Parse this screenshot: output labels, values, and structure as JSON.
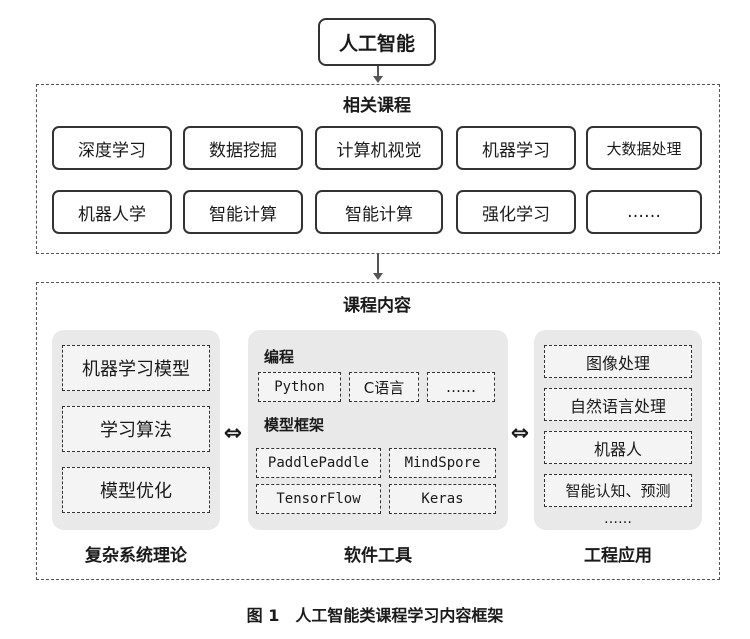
{
  "top_node": "人工智能",
  "related_courses": {
    "title": "相关课程",
    "row1": [
      "深度学习",
      "数据挖掘",
      "计算机视觉",
      "机器学习",
      "大数据处理"
    ],
    "row2": [
      "机器人学",
      "智能计算",
      "智能计算",
      "强化学习",
      "……"
    ]
  },
  "course_content": {
    "title": "课程内容",
    "theory": {
      "items": [
        "机器学习模型",
        "学习算法",
        "模型优化"
      ],
      "label": "复杂系统理论"
    },
    "software": {
      "programming_label": "编程",
      "programming_items": [
        "Python",
        "C语言",
        "……"
      ],
      "framework_label": "模型框架",
      "framework_items": [
        "PaddlePaddle",
        "MindSpore",
        "TensorFlow",
        "Keras"
      ],
      "label": "软件工具"
    },
    "engineering": {
      "items": [
        "图像处理",
        "自然语言处理",
        "机器人",
        "智能认知、预测"
      ],
      "more": "……",
      "label": "工程应用"
    }
  },
  "arrow_symbol": "⇔",
  "caption": "图 1　人工智能类课程学习内容框架"
}
